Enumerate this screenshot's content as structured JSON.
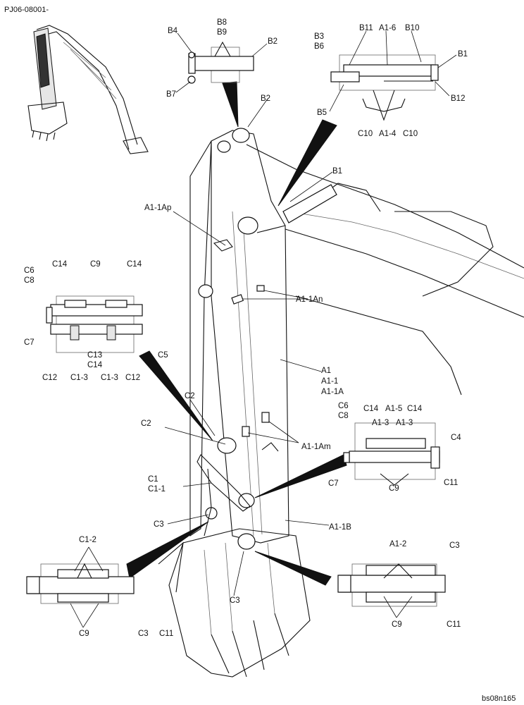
{
  "header": {
    "doc_code": "PJ06-08001-"
  },
  "footer": {
    "drawing_code": "bs08n165"
  },
  "callouts": {
    "b4": "B4",
    "b8": "B8",
    "b9": "B9",
    "b2_top": "B2",
    "b7": "B7",
    "b3": "B3",
    "b6": "B6",
    "b11": "B11",
    "a1_6": "A1-6",
    "b10": "B10",
    "b1_top": "B1",
    "b12": "B12",
    "b5": "B5",
    "c10_l": "C10",
    "a1_4": "A1-4",
    "c10_r": "C10",
    "b2_mid": "B2",
    "b1_mid": "B1",
    "a1_1ap": "A1-1Ap",
    "a1_1an": "A1-1An",
    "c6_l": "C6",
    "c8_l": "C8",
    "c14_l1": "C14",
    "c9_l": "C9",
    "c14_l2": "C14",
    "c7_l": "C7",
    "c13": "C13",
    "c14_l3": "C14",
    "c5": "C5",
    "c12_l": "C12",
    "c1_3_l": "C1-3",
    "c1_3_r": "C1-3",
    "c12_r": "C12",
    "a1": "A1",
    "a1_1": "A1-1",
    "a1_1a": "A1-1A",
    "c6_r": "C6",
    "c8_r": "C8",
    "c14_r1": "C14",
    "a1_5": "A1-5",
    "c14_r2": "C14",
    "a1_3_l": "A1-3",
    "a1_3_r": "A1-3",
    "c4": "C4",
    "c7_r": "C7",
    "c9_r": "C9",
    "c11_r": "C11",
    "c2_a": "C2",
    "c2_b": "C2",
    "a1_1am": "A1-1Am",
    "c1": "C1",
    "c1_1": "C1-1",
    "c3_mid": "C3",
    "a1_1b": "A1-1B",
    "c3_low": "C3",
    "c1_2": "C1-2",
    "c9_bl": "C9",
    "c3_bl": "C3",
    "c11_bl": "C11",
    "a1_2": "A1-2",
    "c3_br": "C3",
    "c9_br": "C9",
    "c11_br": "C11"
  }
}
